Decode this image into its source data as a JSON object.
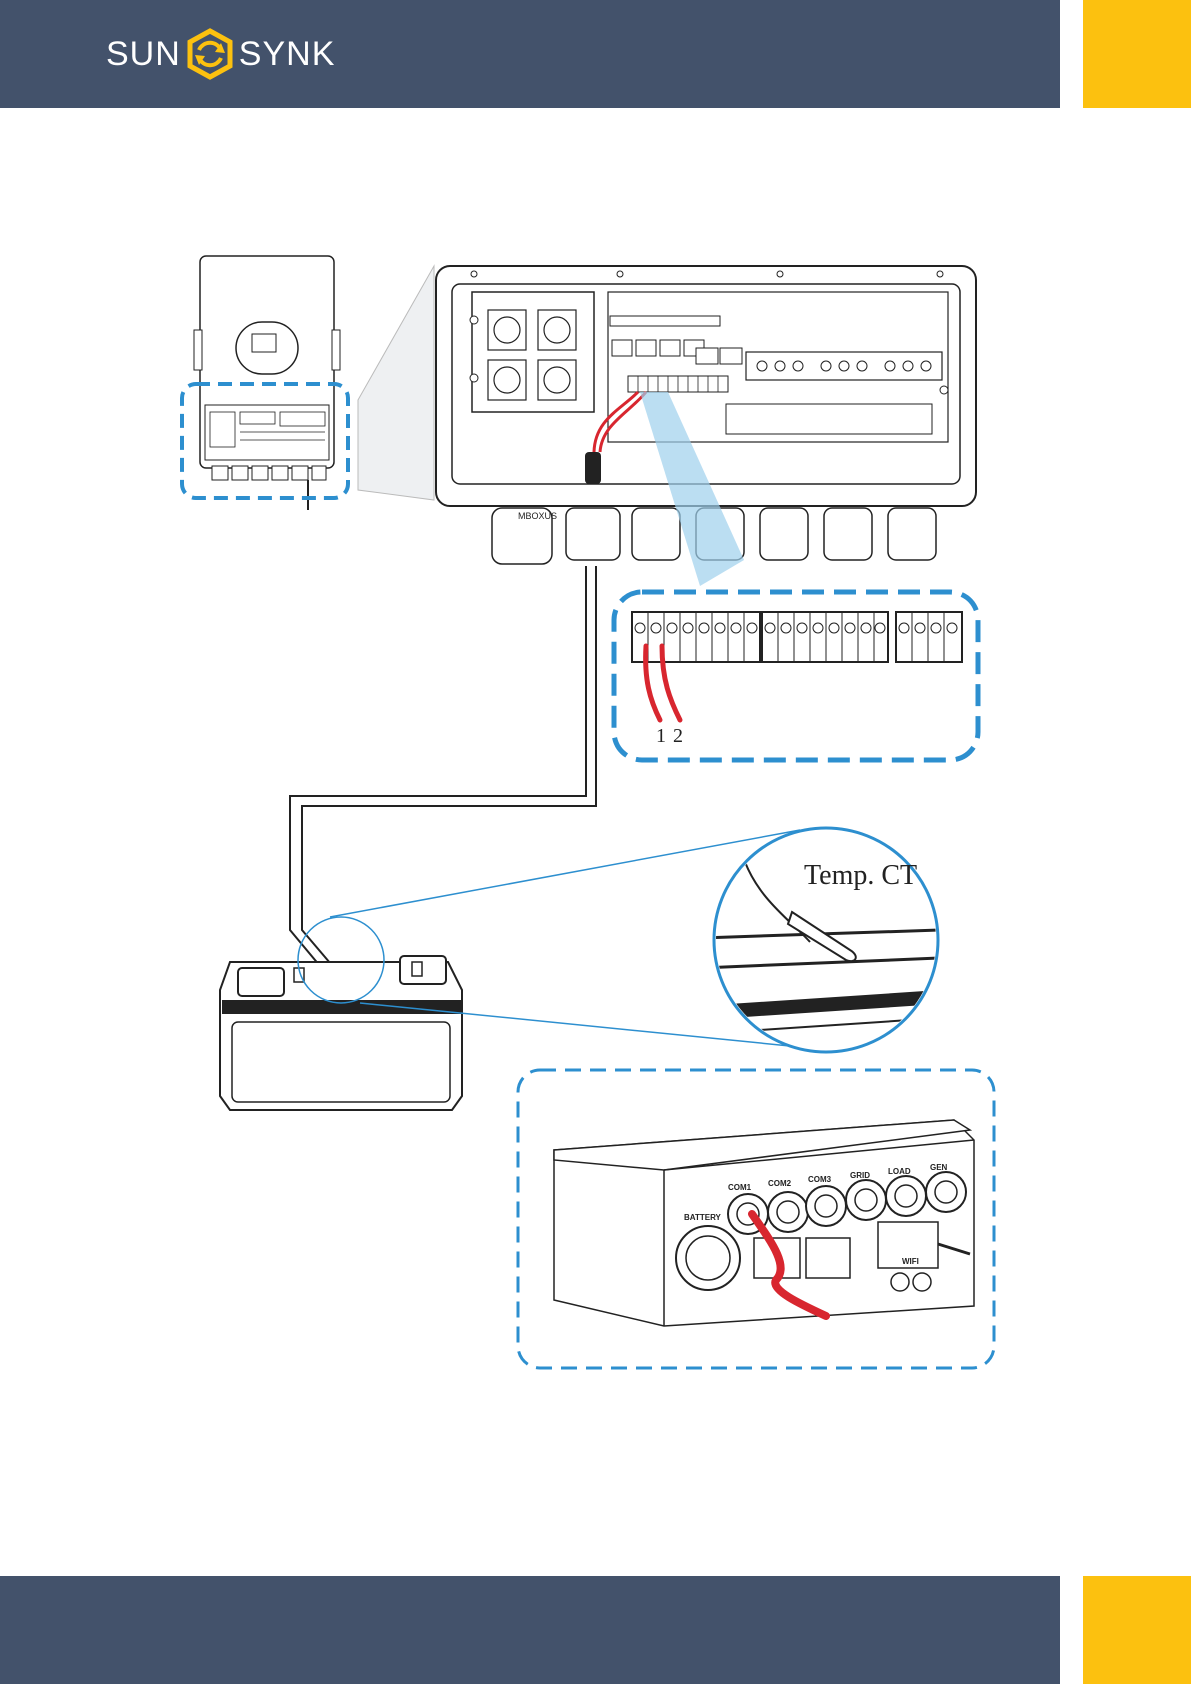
{
  "brand": {
    "name_left": "SUN",
    "name_right": "SYNK",
    "accent": "#fcc10f",
    "bar_color": "#43526b"
  },
  "diagram": {
    "cable_label": "Temp. CT",
    "terminal_numbers": [
      "1",
      "2"
    ],
    "inverter_label": "MBOXUS",
    "port_labels": [
      "BATTERY",
      "COM1",
      "COM2",
      "COM3",
      "GRID",
      "LOAD",
      "GEN",
      "WIFI"
    ],
    "highlight_color": "#2d8fcf",
    "wire_color": "#d8262f"
  }
}
